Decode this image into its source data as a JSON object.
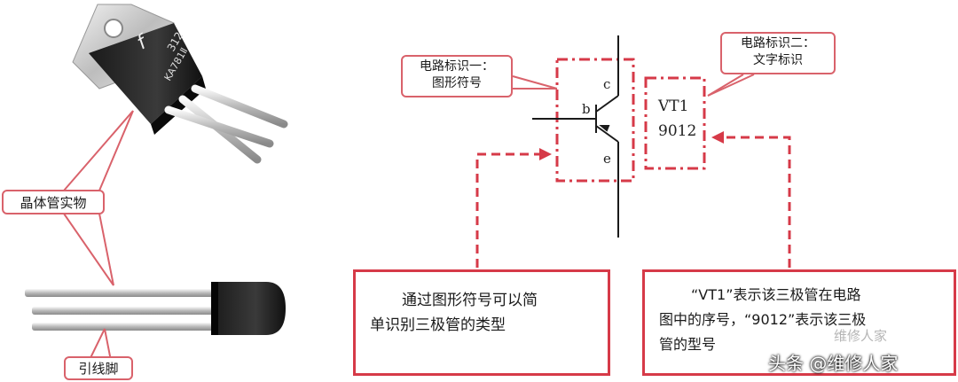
{
  "photos": {
    "to220_marking_line1": "312",
    "to220_marking_line2": "KA781Ⅱ",
    "brand_logo": "f"
  },
  "labels": {
    "transistor_object": "晶体管实物",
    "lead_wires": "引线脚",
    "mark_one_line1": "电路标识一：",
    "mark_one_line2": "图形符号",
    "mark_two_line1": "电路标识二：",
    "mark_two_line2": "文字标识"
  },
  "symbol": {
    "pin_b": "b",
    "pin_c": "c",
    "pin_e": "e",
    "ref_designator": "VT1",
    "part_number": "9012"
  },
  "notes": {
    "left_line1": "通过图形符号可以简",
    "left_line2": "单识别三极管的类型",
    "right_line1": "“VT1”表示该三极管在电路",
    "right_line2": "图中的序号，“9012”表示该三极",
    "right_line3": "管的型号"
  },
  "watermark": {
    "overlay": "维修人家",
    "footer": "头条 @维修人家"
  },
  "colors": {
    "accent_red": "#d63a48",
    "label_border": "#d9626b"
  }
}
